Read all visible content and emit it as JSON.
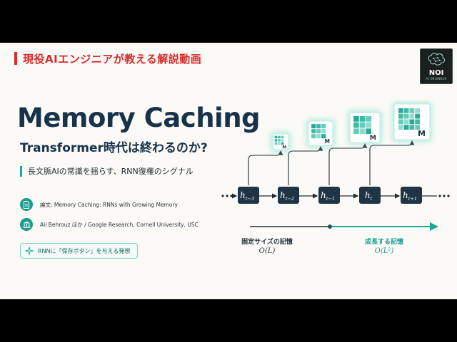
{
  "banner": {
    "text": "現役AIエンジニアが教える解説動画"
  },
  "logo": {
    "name": "NOI",
    "sub": "AI ENGINEER"
  },
  "title": "Memory Caching",
  "subtitle": "Transformer時代は終わるのか?",
  "tagline": "長文脈AIの常識を揺らす、RNN復権のシグナル",
  "paper": {
    "label": "論文: Memory Caching: RNNs with Growing Memory"
  },
  "authors": {
    "label": "Ali Behrouz ほか / Google Research, Cornell University, USC"
  },
  "pill": {
    "label": "RNNに「保存ボタン」を与える発想"
  },
  "diagram": {
    "nodes": [
      {
        "base": "h",
        "sub": "t−3"
      },
      {
        "base": "h",
        "sub": "t−2"
      },
      {
        "base": "h",
        "sub": "t−1"
      },
      {
        "base": "h",
        "sub": "t"
      },
      {
        "base": "h",
        "sub": "t+1"
      }
    ],
    "memory_label": "M",
    "left_caption": {
      "title": "固定サイズの記憶",
      "complexity": "O(L)"
    },
    "right_caption": {
      "title": "成長する記憶",
      "complexity": "O(L²)"
    }
  },
  "colors": {
    "accent_red": "#d62b2b",
    "navy": "#17324a",
    "teal": "#1aa89a",
    "node": "#1f3545"
  }
}
